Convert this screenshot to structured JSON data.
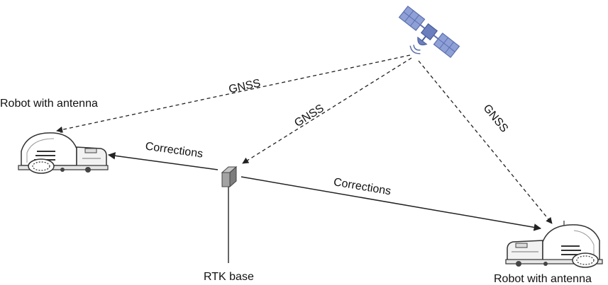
{
  "nodes": {
    "robot_left": {
      "label": "Robot with antenna"
    },
    "robot_right": {
      "label": "Robot with antenna"
    },
    "rtk_base": {
      "label": "RTK base"
    },
    "satellite": {
      "label": ""
    }
  },
  "edges": {
    "gnss_to_left_robot": "GNSS",
    "gnss_to_base": "GNSS",
    "gnss_to_right_robot": "GNSS",
    "corrections_to_left": "Corrections",
    "corrections_to_right": "Corrections"
  },
  "colors": {
    "satellite_body": "#5b6fae",
    "satellite_panel": "#8ea0d6",
    "line": "#222222",
    "robot_outline": "#333333",
    "base_box": "#9a9a9a"
  }
}
